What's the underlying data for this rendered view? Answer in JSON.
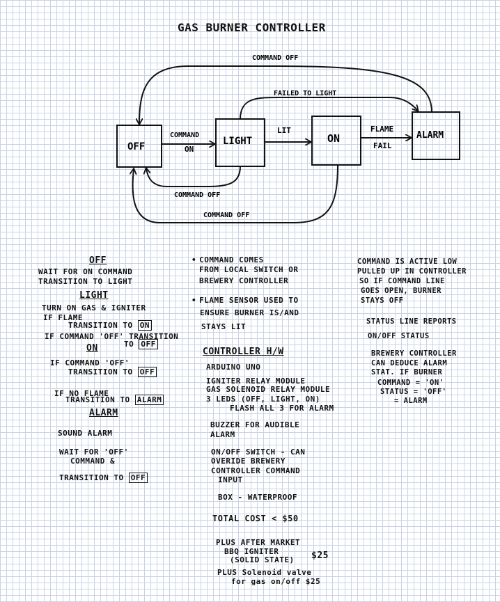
{
  "title": "GAS BURNER CONTROLLER",
  "states": {
    "off": "OFF",
    "light": "LIGHT",
    "on": "ON",
    "alarm": "ALARM"
  },
  "transitions": {
    "command_off_top": "COMMAND OFF",
    "failed_to_light": "FAILED TO LIGHT",
    "command_on_1": "COMMAND",
    "command_on_2": "ON",
    "lit": "LIT",
    "flame_fail_1": "FLAME",
    "flame_fail_2": "FAIL",
    "command_off_light": "COMMAND OFF",
    "command_off_on": "COMMAND OFF"
  },
  "left_notes": {
    "off_head": "OFF",
    "off_1": "WAIT FOR ON COMMAND",
    "off_2": "TRANSITION TO LIGHT",
    "light_head": "LIGHT",
    "light_1": "TURN ON GAS & IGNITER",
    "light_2": "IF FLAME",
    "light_3": "TRANSITION TO",
    "light_3_box": "ON",
    "light_4": "IF COMMAND 'OFF' TRANSITION",
    "light_5": "TO",
    "light_5_box": "OFF",
    "on_head": "ON",
    "on_1": "IF COMMAND 'OFF'",
    "on_2": "TRANSITION TO",
    "on_2_box": "OFF",
    "on_3": "IF NO FLAME",
    "on_4": "TRANSITION TO",
    "on_4_box": "ALARM",
    "alarm_head": "ALARM",
    "alarm_1": "SOUND ALARM",
    "alarm_2": "WAIT FOR 'OFF'",
    "alarm_3": "COMMAND &",
    "alarm_4": "TRANSITION TO",
    "alarm_4_box": "OFF"
  },
  "middle_notes": {
    "b1_1": "COMMAND COMES",
    "b1_2": "FROM LOCAL SWITCH OR",
    "b1_3": "BREWERY CONTROLLER",
    "b2_1": "FLAME SENSOR USED TO",
    "b2_2": "ENSURE BURNER IS/AND",
    "b2_3": "STAYS LIT",
    "hw_head": "CONTROLLER H/W",
    "hw_1": "ARDUINO UNO",
    "hw_2": "IGNITER RELAY MODULE",
    "hw_3": "GAS SOLENOID RELAY MODULE",
    "hw_4": "3 LEDS (OFF, LIGHT, ON)",
    "hw_5": "FLASH ALL 3 FOR ALARM",
    "hw_6": "BUZZER FOR AUDIBLE",
    "hw_7": "ALARM",
    "hw_8": "ON/OFF SWITCH - CAN",
    "hw_9": "OVERIDE BREWERY",
    "hw_10": "CONTROLLER COMMAND",
    "hw_11": "INPUT",
    "hw_12": "BOX - WATERPROOF",
    "hw_13": "TOTAL COST < $50",
    "hw_14": "PLUS AFTER MARKET",
    "hw_15": "BBQ IGNITER",
    "hw_16": "(SOLID STATE)",
    "hw_16_price": "$25",
    "hw_17": "PLUS Solenoid valve",
    "hw_18": "for gas on/off $25"
  },
  "right_notes": {
    "r1": "COMMAND IS ACTIVE LOW",
    "r2": "PULLED UP IN CONTROLLER",
    "r3": "SO IF COMMAND LINE",
    "r4": "GOES OPEN, BURNER",
    "r5": "STAYS OFF",
    "r6": "STATUS LINE REPORTS",
    "r7": "ON/OFF STATUS",
    "r8": "BREWERY CONTROLLER",
    "r9": "CAN DEDUCE ALARM",
    "r10": "STAT. IF BURNER",
    "r11": "COMMAND = 'ON'",
    "r12": "STATUS = 'OFF'",
    "r13": "= ALARM"
  }
}
